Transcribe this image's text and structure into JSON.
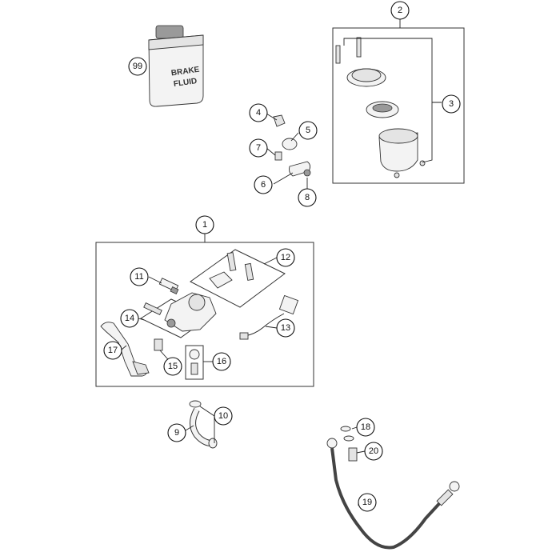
{
  "bottle": {
    "line1": "BRAKE",
    "line2": "FLUID"
  },
  "callouts": {
    "c1": "1",
    "c2": "2",
    "c3": "3",
    "c4": "4",
    "c5": "5",
    "c6": "6",
    "c7": "7",
    "c8": "8",
    "c9": "9",
    "c10": "10",
    "c11": "11",
    "c12": "12",
    "c13": "13",
    "c14": "14",
    "c15": "15",
    "c16": "16",
    "c17": "17",
    "c18": "18",
    "c19": "19",
    "c20": "20",
    "c99": "99"
  }
}
